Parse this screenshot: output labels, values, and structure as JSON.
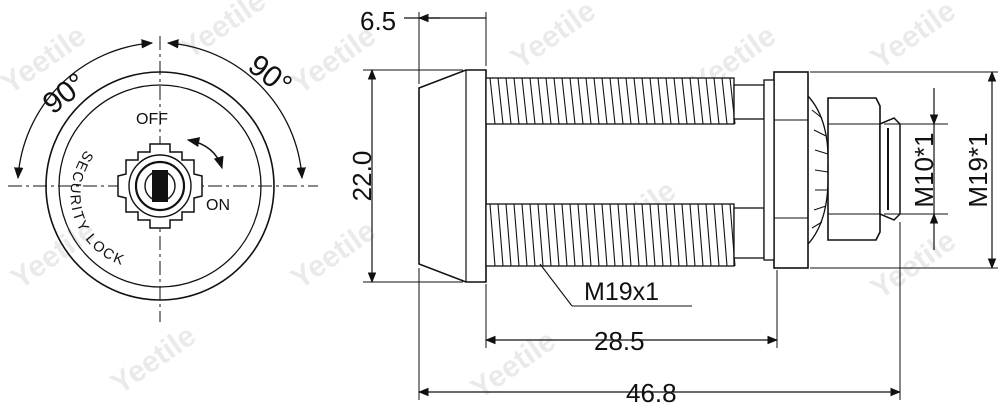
{
  "watermark": "Yeetile",
  "front_view": {
    "angle_left": "90°",
    "angle_right": "90°",
    "label_off": "OFF",
    "label_on": "ON",
    "label_ring": "SECURITY LOCK"
  },
  "side_view": {
    "dim_flange": "6.5",
    "dim_height": "22.0",
    "dim_thread_len": "28.5",
    "dim_total_len": "46.8",
    "thread_callout": "M19x1",
    "dim_small_nut": "M10*1",
    "dim_large_nut": "M19*1"
  }
}
